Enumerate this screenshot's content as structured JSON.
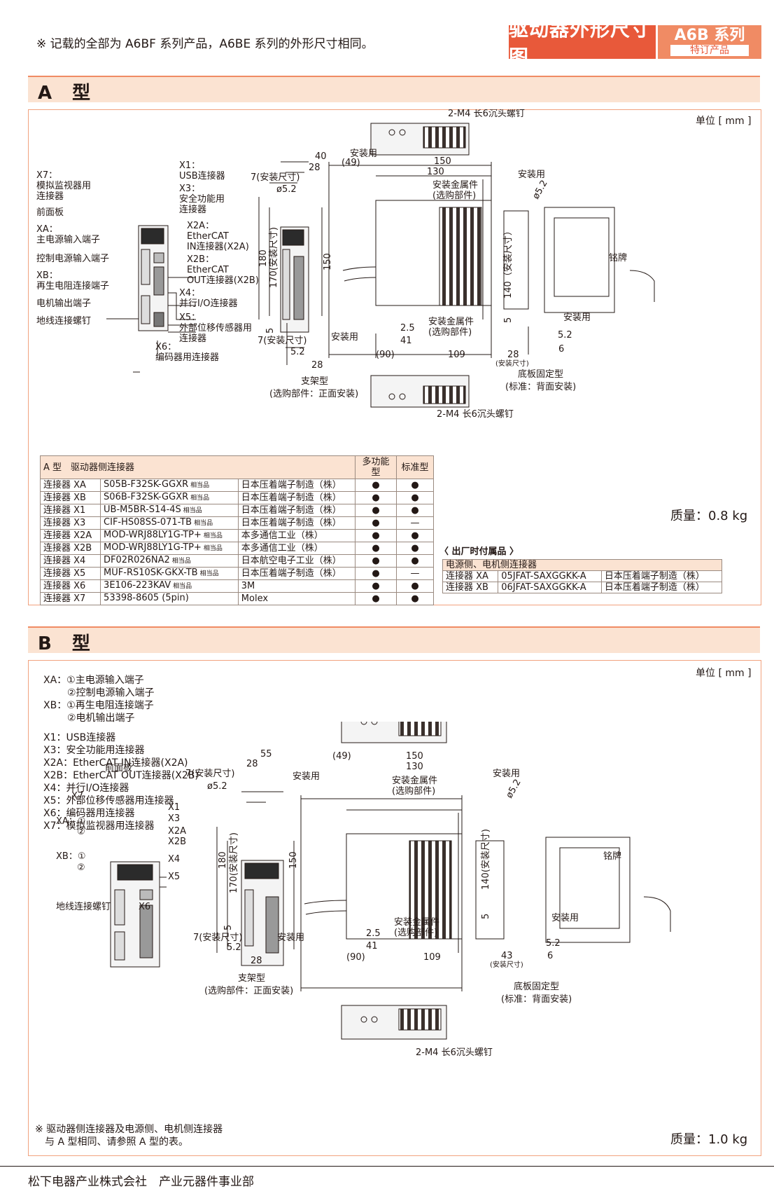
{
  "header": {
    "note": "※ 记载的全部为 A6BF 系列产品，A6BE 系列的外形尺寸相同。",
    "title": "驱动器外形尺寸图",
    "series": "A6B 系列",
    "series_sub": "特订产品"
  },
  "typeA": {
    "heading": "A 型",
    "unit": "单位 [ mm ]",
    "labels": {
      "x7": "X7：",
      "x7_desc1": "模拟监视器用",
      "x7_desc2": "连接器",
      "front": "前面板",
      "xa": "XA：",
      "xa_desc": "主电源输入端子",
      "ctrl": "控制电源输入端子",
      "xb": "XB：",
      "xb_desc": "再生电阻连接端子",
      "motor": "电机输出端子",
      "ground": "地线连接螺钉",
      "x1": "X1：",
      "x1_desc": "USB连接器",
      "x3": "X3：",
      "x3_desc1": "安全功能用",
      "x3_desc2": "连接器",
      "x2a": "X2A：",
      "x2a_desc1": "EtherCAT",
      "x2a_desc2": "IN连接器(X2A)",
      "x2b": "X2B：",
      "x2b_desc1": "EtherCAT",
      "x2b_desc2": "OUT连接器(X2B)",
      "x4": "X4：",
      "x4_desc": "并行I/O连接器",
      "x5": "X5：",
      "x5_desc1": "外部位移传感器用",
      "x5_desc2": "连接器",
      "x6": "X6：",
      "x6_desc": "编码器用连接器",
      "screw": "2-M4 长6沉头螺钉",
      "mount": "安装用",
      "d40": "40",
      "d28": "28",
      "d7": "7(安装尺寸)",
      "d52": "ø5.2",
      "d180": "180",
      "d170": "170(安装尺寸)",
      "d150": "150",
      "d5": "5",
      "d5_2": "5.2",
      "d49": "(49)",
      "d150b": "150",
      "d130": "130",
      "bracket1": "安装金属件",
      "bracket2": "(选购部件)",
      "d25": "2.5",
      "d41": "41",
      "d90": "(90)",
      "d109": "109",
      "d140": "140（安装尺寸）",
      "d28b": "28",
      "d28c": "(安装尺寸)",
      "d6": "6",
      "d52b": "5.2",
      "d52c": "ø5.2",
      "nameplate": "铭牌",
      "rack1": "支架型",
      "rack2": "(选购部件：正面安装)",
      "base1": "底板固定型",
      "base2": "(标准：背面安装)"
    },
    "table": {
      "header": "A 型　驱动器侧连接器",
      "col_multi": "多功能型",
      "col_std": "标准型",
      "rows": [
        {
          "name": "连接器 XA",
          "part": "S05B-F32SK-GGXR",
          "eq": "相当品",
          "maker": "日本压着端子制造（株）",
          "multi": "●",
          "std": "●"
        },
        {
          "name": "连接器 XB",
          "part": "S06B-F32SK-GGXR",
          "eq": "相当品",
          "maker": "日本压着端子制造（株）",
          "multi": "●",
          "std": "●"
        },
        {
          "name": "连接器 X1",
          "part": "UB-M5BR-S14-4S",
          "eq": "相当品",
          "maker": "日本压着端子制造（株）",
          "multi": "●",
          "std": "●"
        },
        {
          "name": "连接器 X3",
          "part": "CIF-HS08SS-071-TB",
          "eq": "相当品",
          "maker": "日本压着端子制造（株）",
          "multi": "●",
          "std": "—"
        },
        {
          "name": "连接器 X2A",
          "part": "MOD-WRJ88LY1G-TP+",
          "eq": "相当品",
          "maker": "本多通信工业（株）",
          "multi": "●",
          "std": "●"
        },
        {
          "name": "连接器 X2B",
          "part": "MOD-WRJ88LY1G-TP+",
          "eq": "相当品",
          "maker": "本多通信工业（株）",
          "multi": "●",
          "std": "●"
        },
        {
          "name": "连接器 X4",
          "part": "DF02R026NA2",
          "eq": "相当品",
          "maker": "日本航空电子工业（株）",
          "multi": "●",
          "std": "●"
        },
        {
          "name": "连接器 X5",
          "part": "MUF-RS10SK-GKX-TB",
          "eq": "相当品",
          "maker": "日本压着端子制造（株）",
          "multi": "●",
          "std": "—"
        },
        {
          "name": "连接器 X6",
          "part": "3E106-223KAV",
          "eq": "相当品",
          "maker": "3M",
          "multi": "●",
          "std": "●"
        },
        {
          "name": "连接器 X7",
          "part": "53398-8605 (5pin)",
          "eq": "",
          "maker": "Molex",
          "multi": "●",
          "std": "●"
        }
      ]
    },
    "mass": "质量：0.8 kg",
    "accessory_title": "〈 出厂时付属品 〉",
    "accessory_header": "电源侧、电机侧连接器",
    "accessories": [
      {
        "name": "连接器 XA",
        "part": "05JFAT-SAXGGKK-A",
        "maker": "日本压着端子制造（株）"
      },
      {
        "name": "连接器 XB",
        "part": "06JFAT-SAXGGKK-A",
        "maker": "日本压着端子制造（株）"
      }
    ]
  },
  "typeB": {
    "heading": "B 型",
    "unit": "单位 [ mm ]",
    "legend": [
      "XA：①主电源输入端子",
      "②控制电源输入端子",
      "XB：①再生电阻连接端子",
      "②电机输出端子",
      "X1：USB连接器",
      "X3：安全功能用连接器",
      "X2A：EtherCAT IN连接器(X2A)",
      "X2B：EtherCAT OUT连接器(X2B)",
      "X4：并行I/O连接器",
      "X5：外部位移传感器用连接器",
      "X6：编码器用连接器",
      "X7：模拟监视器用连接器"
    ],
    "labels": {
      "front": "前面板",
      "x7": "X7",
      "xa": "XA：①",
      "xa2": "②",
      "xb": "XB：①",
      "xb2": "②",
      "x1": "X1",
      "x3": "X3",
      "x2a": "X2A",
      "x2b": "X2B",
      "x4": "X4",
      "x5": "X5",
      "x6": "X6",
      "ground": "地线连接螺钉",
      "screw": "2-M4 长6沉头螺钉",
      "mount": "安装用",
      "d55": "55",
      "d28": "28",
      "d7": "7(安装尺寸)",
      "d52": "ø5.2",
      "d180": "180",
      "d170": "170(安装尺寸)",
      "d150": "150",
      "d5": "5",
      "d5_2": "5.2",
      "d49": "(49)",
      "d150b": "150",
      "d130": "130",
      "bracket1": "安装金属件",
      "bracket2": "(选购部件)",
      "d25": "2.5",
      "d41": "41",
      "d90": "(90)",
      "d109": "109",
      "d140": "140(安装尺寸)",
      "d43": "43",
      "d43b": "(安装尺寸)",
      "d6": "6",
      "d52b": "5.2",
      "d52c": "ø5.2",
      "nameplate": "铭牌",
      "rack1": "支架型",
      "rack2": "(选购部件：正面安装)",
      "base1": "底板固定型",
      "base2": "(标准：背面安装)"
    },
    "note1": "※ 驱动器侧连接器及电源侧、电机侧连接器",
    "note2": "与 A 型相同、请参照 A 型的表。",
    "mass": "质量：1.0 kg"
  },
  "footer": "松下电器产业株式会社　产业元器件事业部"
}
